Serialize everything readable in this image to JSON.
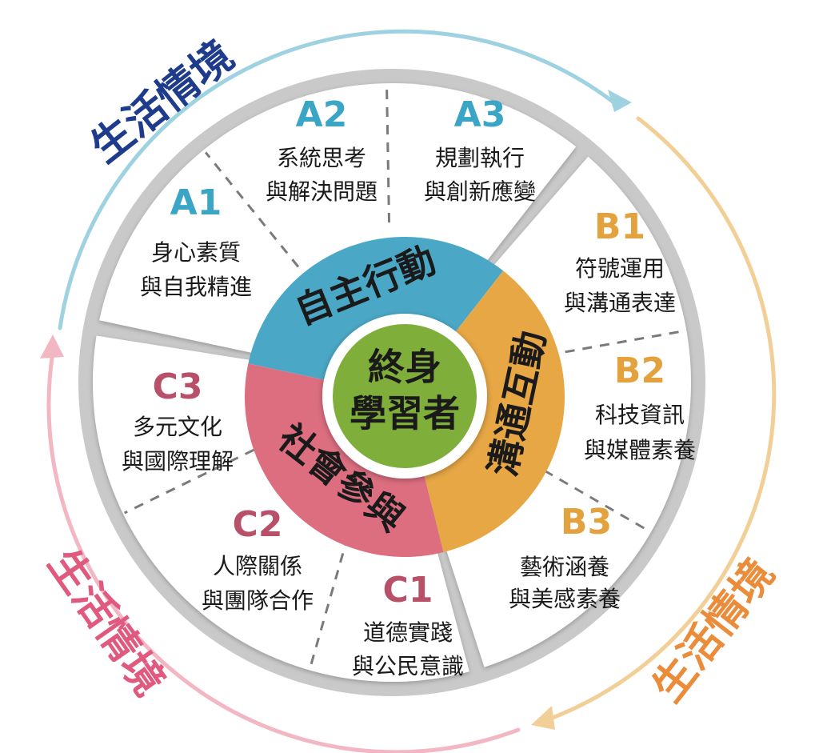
{
  "center": {
    "line1": "終身",
    "line2": "學習者"
  },
  "dimensions": [
    {
      "key": "A",
      "label": "自主行動",
      "color": "#4aa8c6"
    },
    {
      "key": "B",
      "label": "溝通互動",
      "color": "#e8a745"
    },
    {
      "key": "C",
      "label": "社會參與",
      "color": "#dc6e80"
    }
  ],
  "items": [
    {
      "code": "A1",
      "line1": "身心素質",
      "line2": "與自我精進",
      "color": "#3aa5c4"
    },
    {
      "code": "A2",
      "line1": "系統思考",
      "line2": "與解決問題",
      "color": "#3aa5c4"
    },
    {
      "code": "A3",
      "line1": "規劃執行",
      "line2": "與創新應變",
      "color": "#3aa5c4"
    },
    {
      "code": "B1",
      "line1": "符號運用",
      "line2": "與溝通表達",
      "color": "#e4a23f"
    },
    {
      "code": "B2",
      "line1": "科技資訊",
      "line2": "與媒體素養",
      "color": "#e4a23f"
    },
    {
      "code": "B3",
      "line1": "藝術涵養",
      "line2": "與美感素養",
      "color": "#e4a23f"
    },
    {
      "code": "C1",
      "line1": "道德實踐",
      "line2": "與公民意識",
      "color": "#b9506a"
    },
    {
      "code": "C2",
      "line1": "人際關係",
      "line2": "與團隊合作",
      "color": "#b9506a"
    },
    {
      "code": "C3",
      "line1": "多元文化",
      "line2": "與國際理解",
      "color": "#b9506a"
    }
  ],
  "context": [
    {
      "label": "生活情境",
      "color": "#1f3c8c",
      "arrow_color": "#9fd2e0"
    },
    {
      "label": "生活情境",
      "color": "#ea8c3a",
      "arrow_color": "#f2cf96"
    },
    {
      "label": "生活情境",
      "color": "#e05a80",
      "arrow_color": "#f2b7c3"
    }
  ]
}
